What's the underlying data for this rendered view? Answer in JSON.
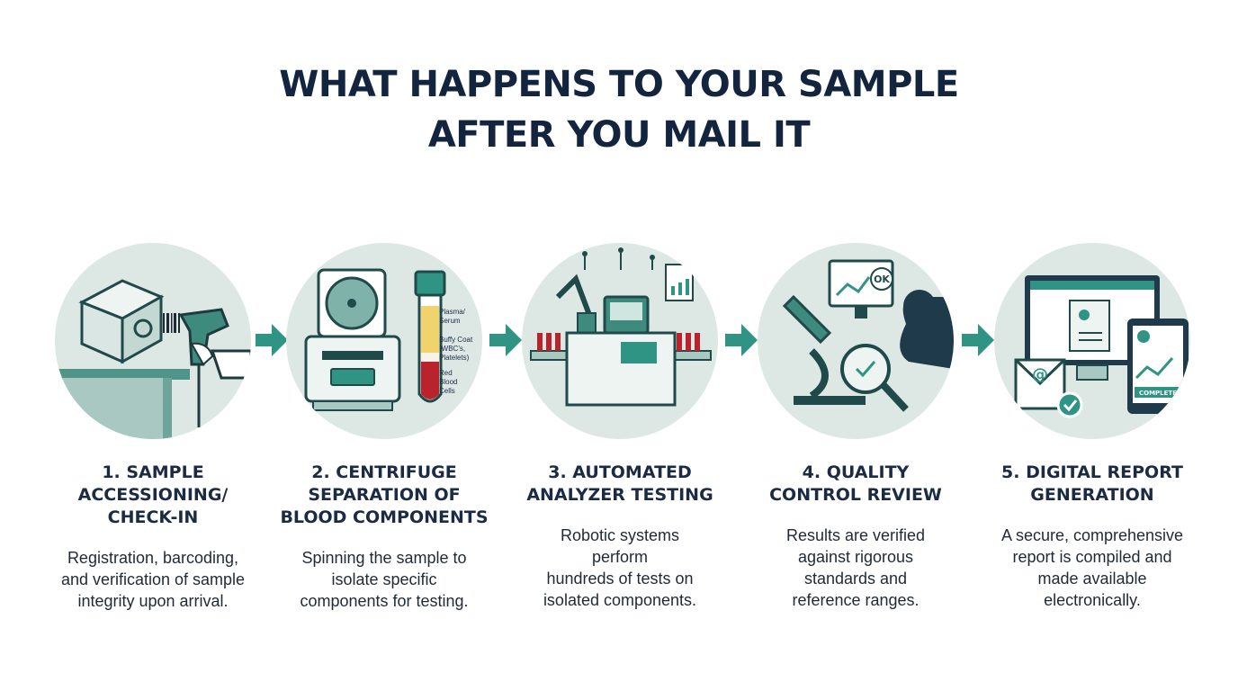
{
  "title": {
    "line1": "WHAT HAPPENS TO YOUR SAMPLE",
    "line2": "AFTER YOU MAIL IT"
  },
  "colors": {
    "teal": "#2f9483",
    "navy": "#13243f",
    "circle_bg": "#dde8e5",
    "dark_teal": "#1f4a49"
  },
  "steps": [
    {
      "title": [
        "1. SAMPLE",
        "ACCESSIONING/",
        "CHECK-IN"
      ],
      "desc": [
        "Registration, barcoding,",
        "and verification of sample",
        "integrity upon arrival."
      ],
      "icon": "package-barcode-scanner-icon"
    },
    {
      "title": [
        "2. CENTRIFUGE",
        "SEPARATION OF",
        "BLOOD COMPONENTS"
      ],
      "desc": [
        "Spinning the sample to",
        "isolate specific",
        "components for testing."
      ],
      "icon": "centrifuge-icon",
      "tube_labels": {
        "plasma": [
          "Plasma/",
          "Serum"
        ],
        "buffy": [
          "Buffy Coat",
          "(WBC's,",
          "Platelets)"
        ],
        "rbc": [
          "Red",
          "Blood",
          "Cells"
        ]
      }
    },
    {
      "title": [
        "3. AUTOMATED",
        "ANALYZER TESTING"
      ],
      "desc": [
        "Robotic systems",
        "perform",
        "hundreds of tests on",
        "isolated components."
      ],
      "icon": "robotic-analyzer-icon"
    },
    {
      "title": [
        "4. QUALITY",
        "CONTROL REVIEW"
      ],
      "desc": [
        "Results are verified",
        "against rigorous",
        "standards and",
        "reference ranges."
      ],
      "icon": "microscope-review-icon",
      "ok_label": "OK"
    },
    {
      "title": [
        "5. DIGITAL REPORT",
        "GENERATION"
      ],
      "desc": [
        "A secure, comprehensive",
        "report is compiled and",
        "made available",
        "electronically."
      ],
      "icon": "digital-report-icon",
      "complete_label": "COMPLETE"
    }
  ]
}
